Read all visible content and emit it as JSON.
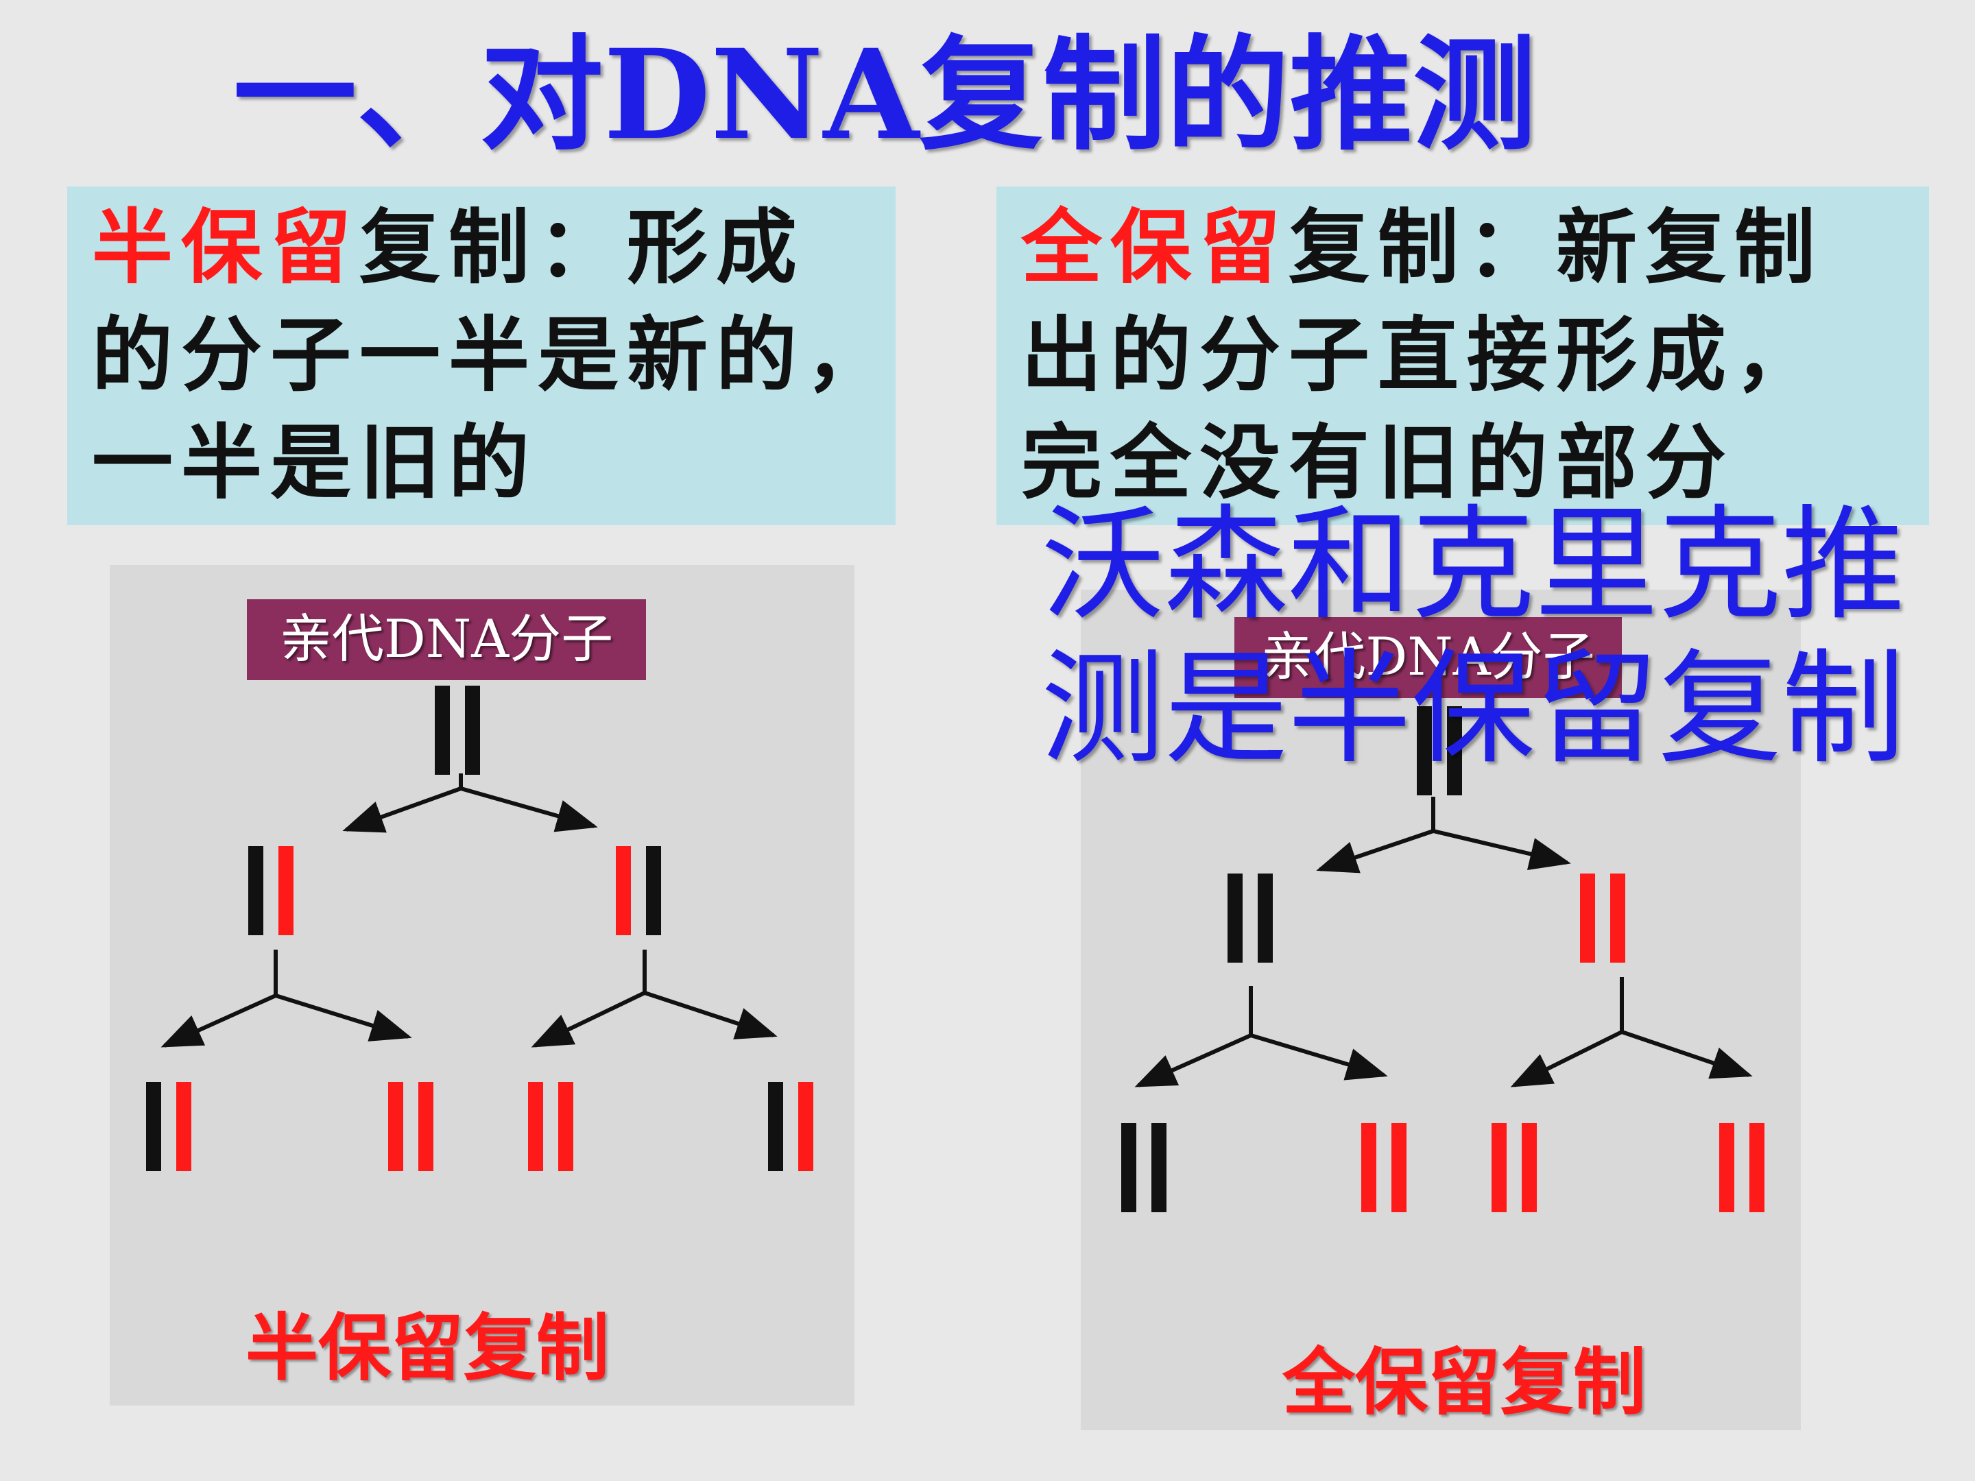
{
  "title": "一、对DNA复制的推测",
  "semi": {
    "highlight": "半保留",
    "line1_rest": "复制：形成",
    "line2": "的分子一半是新的，",
    "line3": "一半是旧的",
    "parent_label": "亲代DNA分子",
    "caption": "半保留复制"
  },
  "conservative": {
    "highlight": "全保留",
    "line1_rest": "复制：新复制",
    "line2": "出的分子直接形成，",
    "line3": "完全没有旧的部分",
    "parent_label": "亲代DNA分子",
    "caption": "全保留复制"
  },
  "overlay": {
    "line1": "沃森和克里克推",
    "line2": "测是半保留复制"
  },
  "colors": {
    "title": "#1e1ee6",
    "old_strand": "#111111",
    "new_strand": "#ff1a1a",
    "text_box": "#bde3e8",
    "label_bg": "#8b2e5e"
  }
}
